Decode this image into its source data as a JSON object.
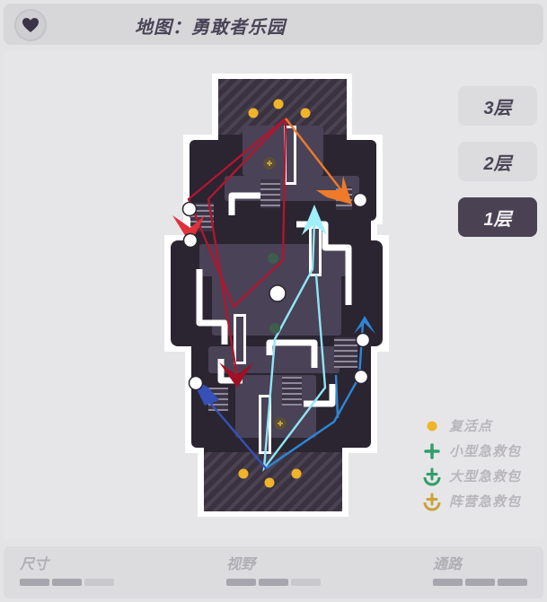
{
  "header": {
    "title": "地图：勇敢者乐园"
  },
  "floors": [
    {
      "label": "3层",
      "active": false
    },
    {
      "label": "2层",
      "active": false
    },
    {
      "label": "1层",
      "active": true
    }
  ],
  "legend": [
    {
      "label": "复活点",
      "icon": "spawn-point-icon",
      "color": "#f0b429"
    },
    {
      "label": "小型急救包",
      "icon": "small-medkit-icon",
      "color": "#2f9e6a"
    },
    {
      "label": "大型急救包",
      "icon": "large-medkit-icon",
      "color": "#2f9e6a"
    },
    {
      "label": "阵营急救包",
      "icon": "faction-medkit-icon",
      "color": "#c9a23a"
    }
  ],
  "stats": [
    {
      "label": "尺寸",
      "level": 2,
      "max": 3
    },
    {
      "label": "视野",
      "level": 2,
      "max": 3
    },
    {
      "label": "通路",
      "level": 3,
      "max": 3
    }
  ],
  "colors": {
    "map_dark": "#2a2530",
    "map_floor": "#4a4256",
    "route_red": "#b01630",
    "route_orange": "#ee7a2a",
    "route_cyan": "#8fe6f5",
    "route_blue": "#2f86d8",
    "route_navy": "#3650b8"
  }
}
